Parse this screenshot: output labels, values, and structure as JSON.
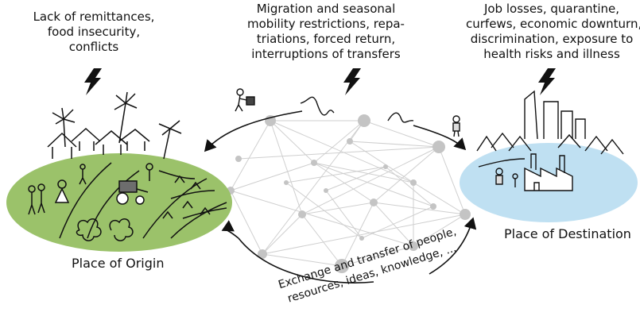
{
  "origin": {
    "challenges": [
      "Lack of remittances,",
      "food insecurity,",
      "conflicts"
    ],
    "name": "Place of Origin",
    "color": "#9bc26a"
  },
  "transit": {
    "challenges": [
      "Migration and seasonal",
      "mobility restrictions, repa-",
      "triations, forced return,",
      "interruptions of transfers"
    ],
    "exchange": [
      "Exchange and transfer of people,",
      "resources, ideas, knowledge, ..."
    ]
  },
  "destination": {
    "challenges": [
      "Job losses, quarantine,",
      "curfews, economic downturn,",
      "discrimination, exposure to",
      "health risks and illness"
    ],
    "name": "Place of Destination",
    "color": "#bfe0f2"
  },
  "icons": [
    "lightning-bolt-icon",
    "person-with-luggage-icon",
    "person-icon",
    "tractor-icon",
    "factory-icon",
    "palm-tree-icon",
    "hut-icon"
  ]
}
